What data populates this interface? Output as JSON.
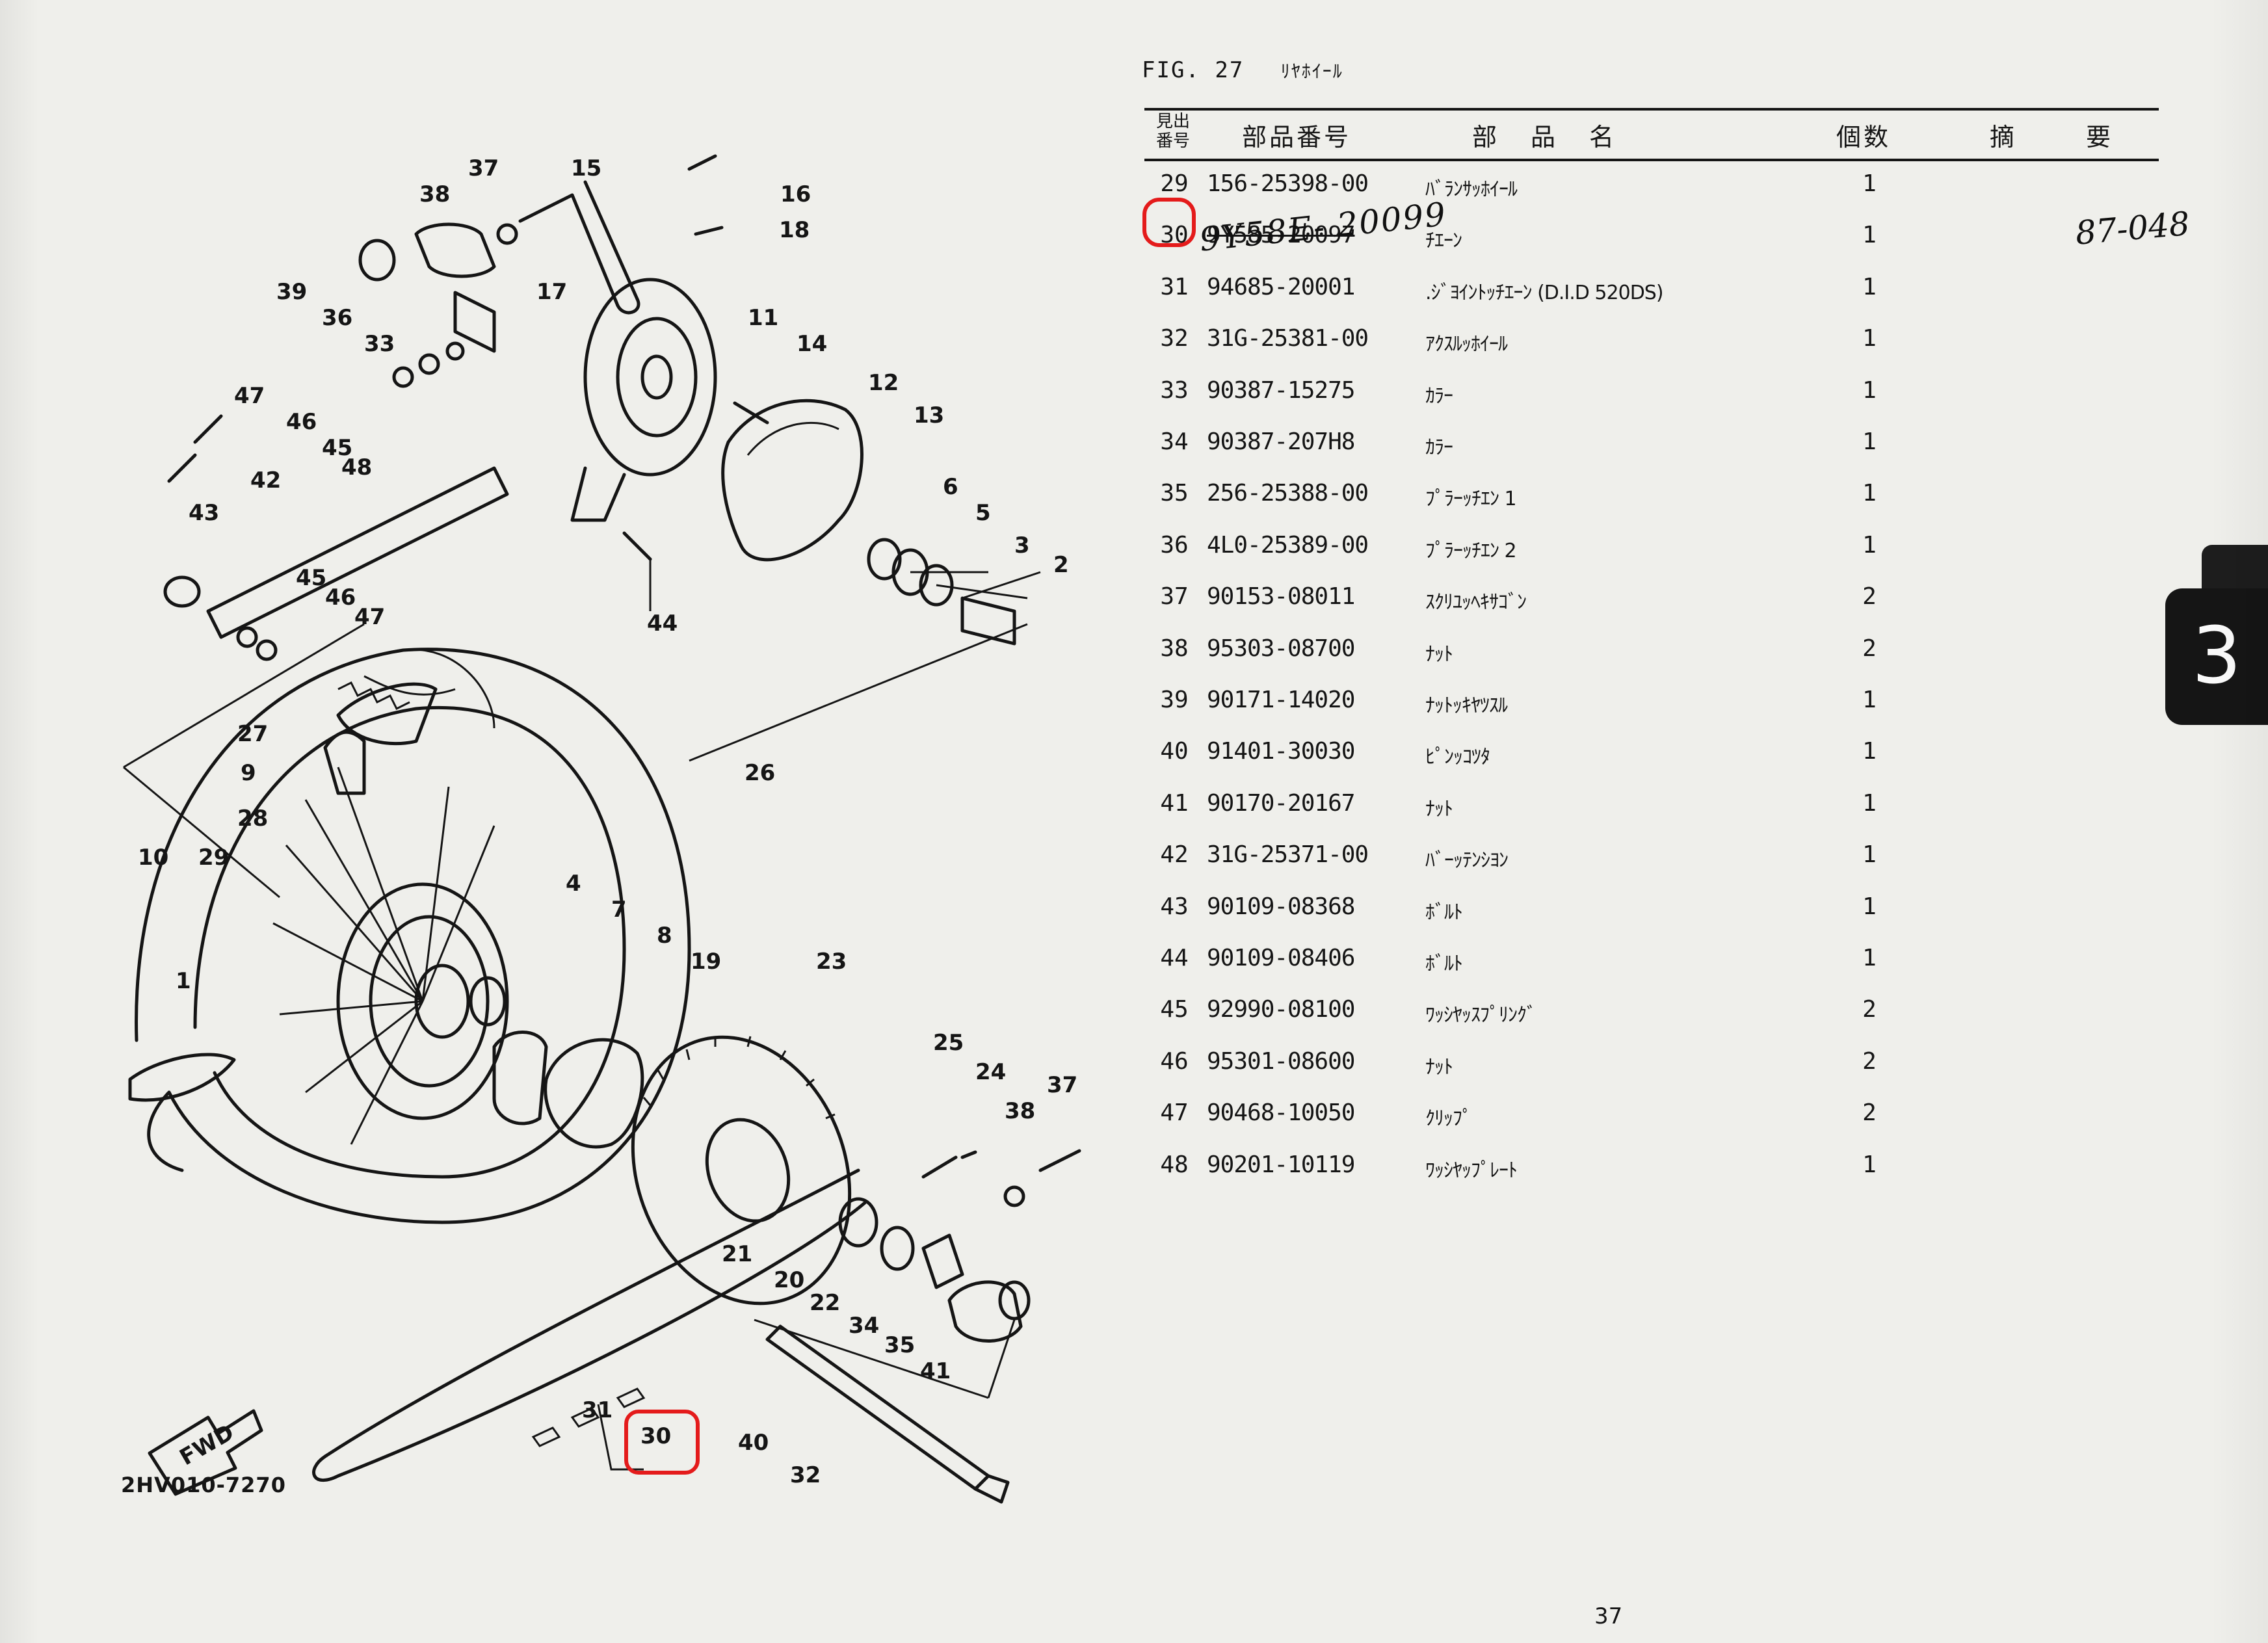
{
  "figure": {
    "number_label": "FIG. 27",
    "name": "ﾘﾔﾎｲｰﾙ"
  },
  "table": {
    "headers": {
      "ref_no": "見出番号",
      "part_number": "部品番号",
      "part_name": "部品名",
      "quantity": "個数",
      "remarks": "摘要"
    },
    "rows": [
      {
        "ref": "29",
        "part_number": "156-25398-00",
        "name": "ﾊﾞﾗﾝｻｯﾎｲｰﾙ",
        "qty": "1"
      },
      {
        "ref": "30",
        "part_number": "9Y585-20097",
        "name": "ﾁｴｰﾝ",
        "qty": "1",
        "struck": true
      },
      {
        "ref": "31",
        "part_number": "94685-20001",
        "name": ".ｼﾞﾖｲﾝﾄｯﾁｴｰﾝ (D.I.D 520DS)",
        "qty": "1"
      },
      {
        "ref": "32",
        "part_number": "31G-25381-00",
        "name": "ｱｸｽﾙｯﾎｲｰﾙ",
        "qty": "1"
      },
      {
        "ref": "33",
        "part_number": "90387-15275",
        "name": "ｶﾗｰ",
        "qty": "1"
      },
      {
        "ref": "34",
        "part_number": "90387-207H8",
        "name": "ｶﾗｰ",
        "qty": "1"
      },
      {
        "ref": "35",
        "part_number": "256-25388-00",
        "name": "ﾌﾟﾗｰｯﾁｴﾝ 1",
        "qty": "1"
      },
      {
        "ref": "36",
        "part_number": "4L0-25389-00",
        "name": "ﾌﾟﾗｰｯﾁｴﾝ 2",
        "qty": "1"
      },
      {
        "ref": "37",
        "part_number": "90153-08011",
        "name": "ｽｸﾘﾕｯﾍｷｻｺﾞﾝ",
        "qty": "2"
      },
      {
        "ref": "38",
        "part_number": "95303-08700",
        "name": "ﾅｯﾄ",
        "qty": "2"
      },
      {
        "ref": "39",
        "part_number": "90171-14020",
        "name": "ﾅｯﾄｯｷﾔﾂｽﾙ",
        "qty": "1"
      },
      {
        "ref": "40",
        "part_number": "91401-30030",
        "name": "ﾋﾟﾝｯｺﾂﾀ",
        "qty": "1"
      },
      {
        "ref": "41",
        "part_number": "90170-20167",
        "name": "ﾅｯﾄ",
        "qty": "1"
      },
      {
        "ref": "42",
        "part_number": "31G-25371-00",
        "name": "ﾊﾞｰｯﾃﾝｼﾖﾝ",
        "qty": "1"
      },
      {
        "ref": "43",
        "part_number": "90109-08368",
        "name": "ﾎﾞﾙﾄ",
        "qty": "1"
      },
      {
        "ref": "44",
        "part_number": "90109-08406",
        "name": "ﾎﾞﾙﾄ",
        "qty": "1"
      },
      {
        "ref": "45",
        "part_number": "92990-08100",
        "name": "ﾜｯｼﾔｯｽﾌﾟﾘﾝｸﾞ",
        "qty": "2"
      },
      {
        "ref": "46",
        "part_number": "95301-08600",
        "name": "ﾅｯﾄ",
        "qty": "2"
      },
      {
        "ref": "47",
        "part_number": "90468-10050",
        "name": "ｸﾘｯﾌﾟ",
        "qty": "2"
      },
      {
        "ref": "48",
        "part_number": "90201-10119",
        "name": "ﾜｯｼﾔｯﾌﾟﾚｰﾄ",
        "qty": "1"
      }
    ]
  },
  "handwriting": {
    "replacement_part_number": "9Y58E- 20099",
    "remark": "87-048"
  },
  "highlights": {
    "color": "#e41b1b",
    "circled_ref": "30"
  },
  "diagram": {
    "callouts": [
      "1",
      "2",
      "3",
      "4",
      "5",
      "6",
      "7",
      "8",
      "9",
      "10",
      "11",
      "12",
      "13",
      "14",
      "15",
      "16",
      "17",
      "18",
      "19",
      "20",
      "21",
      "22",
      "23",
      "24",
      "25",
      "26",
      "27",
      "28",
      "29",
      "30",
      "31",
      "32",
      "33",
      "34",
      "35",
      "36",
      "37",
      "37",
      "38",
      "38",
      "39",
      "40",
      "41",
      "42",
      "43",
      "44",
      "45",
      "45",
      "46",
      "46",
      "47",
      "47",
      "48"
    ],
    "fwd_label": "FWD",
    "drawing_code": "2HV010-7270"
  },
  "chapter_tab": "3",
  "page_number": "37"
}
